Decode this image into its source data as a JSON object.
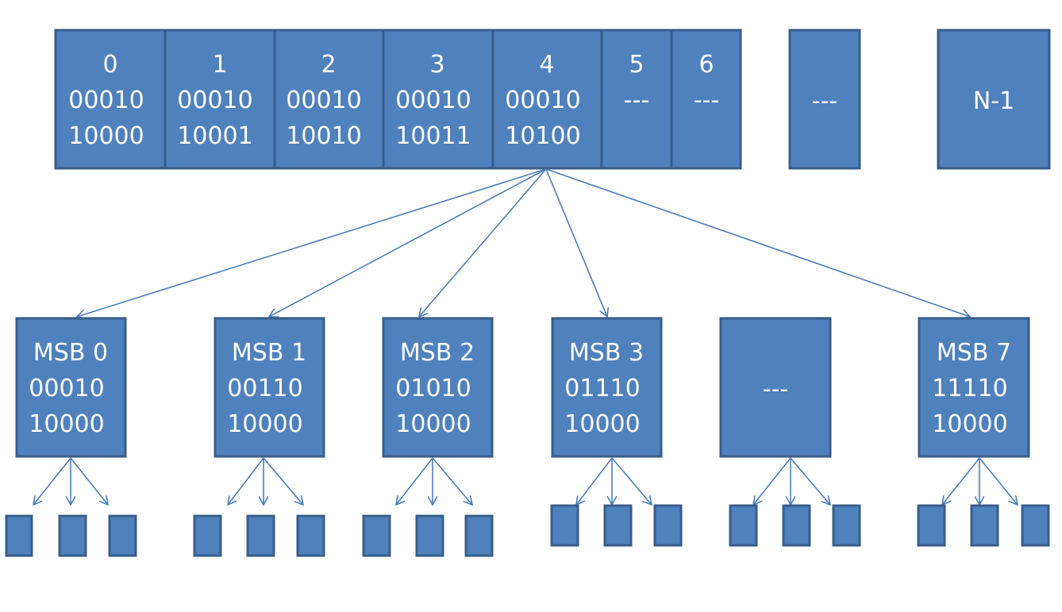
{
  "top_row": {
    "cells": [
      {
        "lines": [
          "0",
          "00010",
          "10000"
        ]
      },
      {
        "lines": [
          "1",
          "00010",
          "10001"
        ]
      },
      {
        "lines": [
          "2",
          "00010",
          "10010"
        ]
      },
      {
        "lines": [
          "3",
          "00010",
          "10011"
        ]
      },
      {
        "lines": [
          "4",
          "00010",
          "10100"
        ]
      },
      {
        "lines": [
          "5",
          "---"
        ]
      },
      {
        "lines": [
          "6",
          "---"
        ]
      }
    ],
    "ellipsis": "---",
    "last": "N-1"
  },
  "msb_row": {
    "boxes": [
      {
        "lines": [
          "MSB 0",
          "00010",
          "10000"
        ]
      },
      {
        "lines": [
          "MSB 1",
          "00110",
          "10000"
        ]
      },
      {
        "lines": [
          "MSB 2",
          "01010",
          "10000"
        ]
      },
      {
        "lines": [
          "MSB 3",
          "01110",
          "10000"
        ]
      },
      {
        "lines": [
          "---"
        ]
      },
      {
        "lines": [
          "MSB 7",
          "11110",
          "10000"
        ]
      }
    ]
  },
  "colors": {
    "box_fill": "#4f81bd",
    "box_border": "#385d8a",
    "arrow": "#4a7ebb",
    "text": "#ffffff"
  }
}
